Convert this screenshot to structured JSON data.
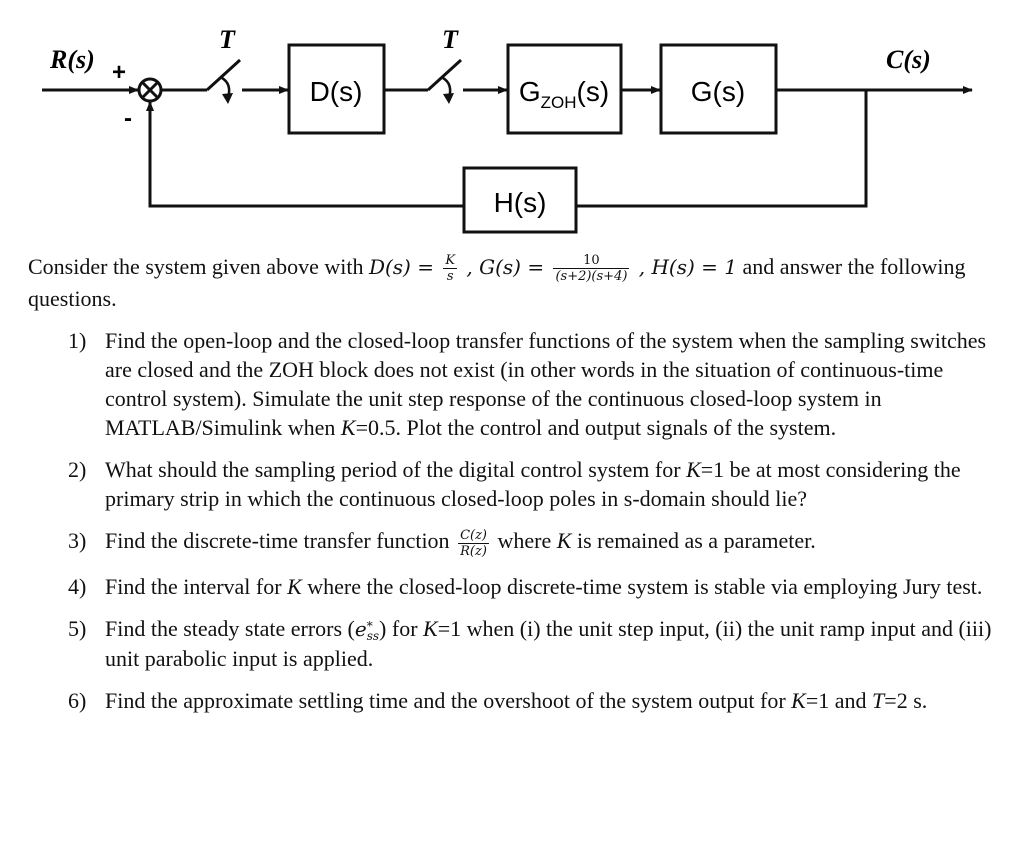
{
  "diagram": {
    "input_label": "R(s)",
    "output_label": "C(s)",
    "plus_sign": "+",
    "minus_sign": "-",
    "sampler1_label": "T",
    "sampler2_label": "T",
    "block_controller": "D(s)",
    "block_zoh_main": "G",
    "block_zoh_sub": "ZOH",
    "block_zoh_tail": "(s)",
    "block_plant": "G(s)",
    "block_feedback": "H(s)"
  },
  "intro": {
    "before": "Consider the system given above with ",
    "d_lhs": "D(s) = ",
    "d_num": "K",
    "d_den": "s",
    "g_lhs": " , G(s) = ",
    "g_num": "10",
    "g_den": "(s+2)(s+4)",
    "h_expr": " , H(s) = 1",
    "after": " and answer the following questions."
  },
  "questions": [
    {
      "number": "1)",
      "parts": [
        "Find the open-loop and the closed-loop transfer functions of the system when the sampling switches are closed and the ZOH block does not exist (in other words in the situation of continuous-time control system). Simulate the unit step response of the continuous closed-loop system in MATLAB/Simulink when ",
        "K",
        "=0.5. Plot the control and output signals of the system."
      ]
    },
    {
      "number": "2)",
      "parts": [
        "What should the sampling period of the digital control system for ",
        "K",
        "=1 be at most considering the primary strip in which the continuous closed-loop poles in s-domain should lie?"
      ]
    },
    {
      "number": "3)",
      "before": "Find the discrete-time transfer function ",
      "frac_num": "C(z)",
      "frac_den": "R(z)",
      "after_a": " where ",
      "var": "K",
      "after_b": " is remained as a parameter."
    },
    {
      "number": "4)",
      "parts": [
        "Find the interval for ",
        "K",
        " where the closed-loop discrete-time system is stable via employing Jury test."
      ]
    },
    {
      "number": "5)",
      "before": "Find the steady state errors (",
      "ess_base": "e",
      "ess_sub": "ss",
      "ess_sup": "*",
      "mid": ") for ",
      "var": "K",
      "after": "=1 when (i) the unit step input, (ii) the unit ramp input and (iii) unit parabolic input is applied."
    },
    {
      "number": "6)",
      "parts": [
        "Find the approximate settling time and the overshoot of the system output for ",
        "K",
        "=1 and ",
        "T",
        "=2 s."
      ]
    }
  ]
}
